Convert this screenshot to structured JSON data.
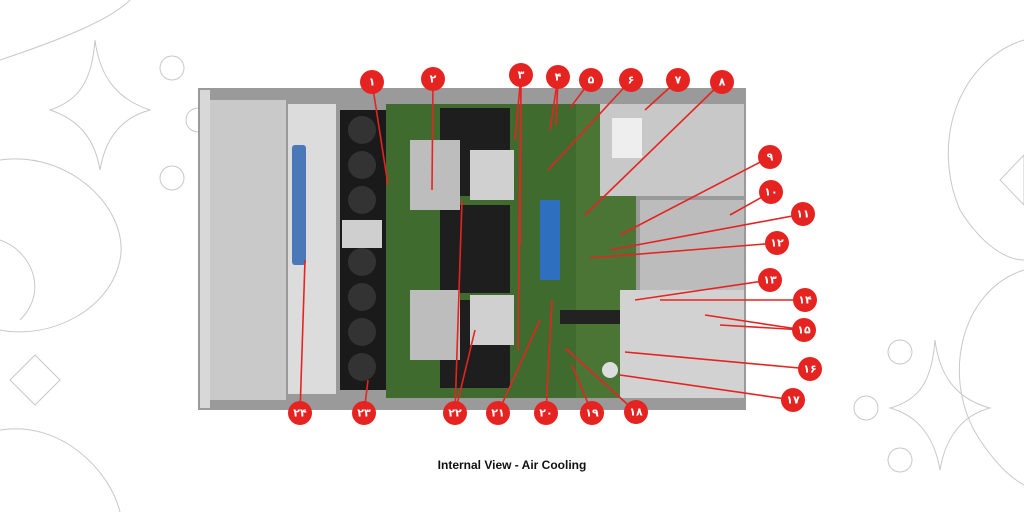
{
  "caption": "Internal View - Air Cooling",
  "colors": {
    "callout": "#e52421",
    "board": "#3f6b2e",
    "chassis": "#b8b8b8"
  },
  "callouts": [
    "۱",
    "۲",
    "۳",
    "۴",
    "۵",
    "۶",
    "۷",
    "۸",
    "۹",
    "۱۰",
    "۱۱",
    "۱۲",
    "۱۳",
    "۱۴",
    "۱۵",
    "۱۶",
    "۱۷",
    "۱۸",
    "۱۹",
    "۲۰",
    "۲۱",
    "۲۲",
    "۲۳",
    "۲۴"
  ]
}
